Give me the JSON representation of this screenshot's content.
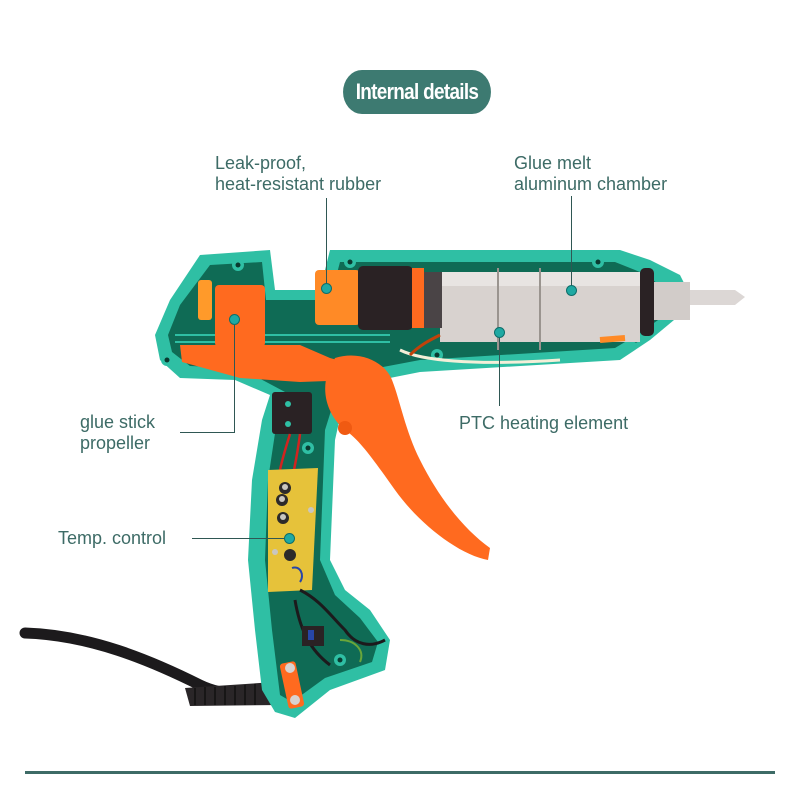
{
  "header": {
    "title": "Internal details"
  },
  "callouts": [
    {
      "id": "rubber",
      "label": "Leak-proof,\nheat-resistant rubber"
    },
    {
      "id": "chamber",
      "label": "Glue melt\naluminum chamber"
    },
    {
      "id": "propeller",
      "label": "glue stick\npropeller"
    },
    {
      "id": "ptc",
      "label": "PTC heating element"
    },
    {
      "id": "temp",
      "label": "Temp. control"
    }
  ],
  "colors": {
    "accent": "#3d7a71",
    "label_text": "#3d6b66",
    "callout_dot": "#1fa9a3",
    "housing_outer": "#2fbfa4",
    "housing_inner": "#0f6b55",
    "trigger_orange": "#ff6a1f",
    "chamber_silver": "#d8d2cf",
    "rubber_black": "#2a2224",
    "pcb_yellow": "#e6c23a",
    "cable_black": "#1c1a1c",
    "background": "#ffffff"
  },
  "icons": {
    "product": "hot-glue-gun-cutaway-icon"
  }
}
